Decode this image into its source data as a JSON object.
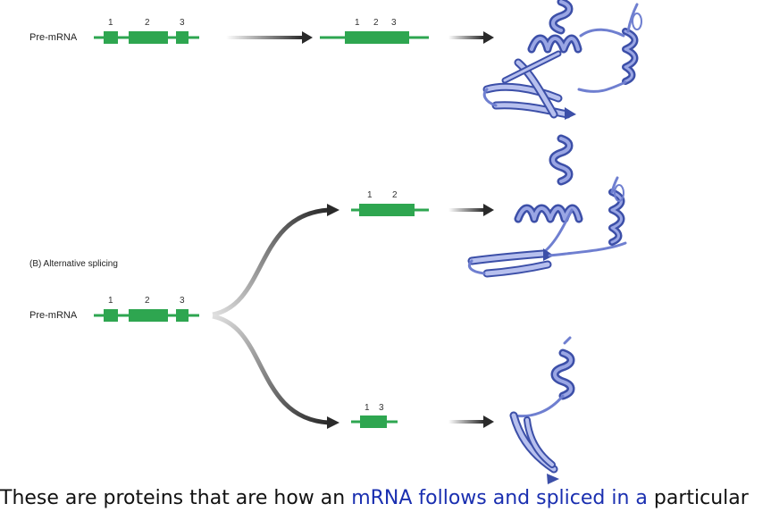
{
  "top_row": {
    "label": "Pre-mRNA",
    "exon_numbers": [
      "1",
      "2",
      "3"
    ],
    "mrna_numbers": [
      "1",
      "2",
      "3"
    ]
  },
  "alt_section": {
    "title": "(B) Alternative splicing",
    "label": "Pre-mRNA",
    "exon_numbers": [
      "1",
      "2",
      "3"
    ],
    "variant_a_numbers": [
      "1",
      "2"
    ],
    "variant_b_numbers": [
      "1",
      "3"
    ]
  },
  "caption": {
    "part1": "These are proteins that are how an ",
    "highlight": "mRNA follows and spliced in a",
    "part2": " particular"
  },
  "colors": {
    "exon": "#2ea650",
    "protein": "#6f7fd0",
    "protein_dark": "#3c4fa8",
    "arrow": "#2a2a2a",
    "caption_highlight": "#1a2fb0"
  }
}
